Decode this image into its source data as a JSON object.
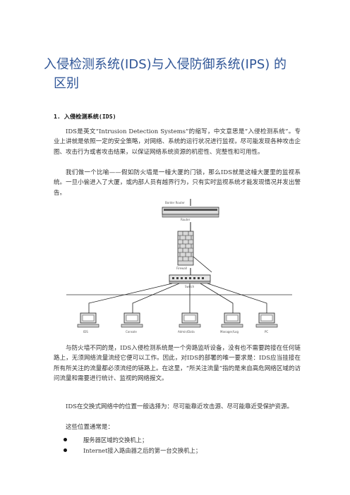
{
  "title": {
    "line1": "入侵检测系统(IDS)与入侵防御系统(IPS) 的",
    "line2": "区别"
  },
  "section1": {
    "heading": "1. 入侵检测系统(IDS)",
    "para1": "IDS是英文“Intrusion Detection Systems”的缩写，中文意思是“入侵检测系统”。专业上讲就是依照一定的安全策略，对网络、系统的运行状况进行监视，尽可能发现各种攻击企图、攻击行为或者攻击结果，以保证网络系统资源的机密性、完整性和可用性。",
    "para2": "我们做一个比喻——假如防火墙是一幢大厦的门锁，那么IDS就是这幢大厦里的监视系统。一旦小偷进入了大厦，或内部人员有越界行为，只有实时监视系统才能发现情况并发出警告。",
    "para3": "与防火墙不同的是，IDS入侵检测系统是一个旁路监听设备，没有也不需要跨接在任何链路上，无须网络流量流经它便可以工作。因此，对IDS的部署的唯一要求是：IDS应当挂接在所有所关注的流量都必须流经的链路上。在这里，“所关注流量”指的是来自高危网络区域的访问流量和需要进行统计、监视的网络报文。",
    "para4": "IDS在交换式网络中的位置一般选择为：尽可能靠近攻击源、尽可能靠近受保护资源。",
    "para5": "这些位置通常是：",
    "bullets": [
      "服务器区域的交换机上；",
      "Internet接入路由器之后的第一台交换机上；"
    ]
  },
  "figure": {
    "labels": {
      "top": "Border Router",
      "router": "Router",
      "firewall": "Firewall",
      "switch": "Switch",
      "ids_node": "IDS",
      "console": "Console",
      "admin": "Admin/Data",
      "manager": "Manager/Log",
      "pc": "PC"
    }
  }
}
